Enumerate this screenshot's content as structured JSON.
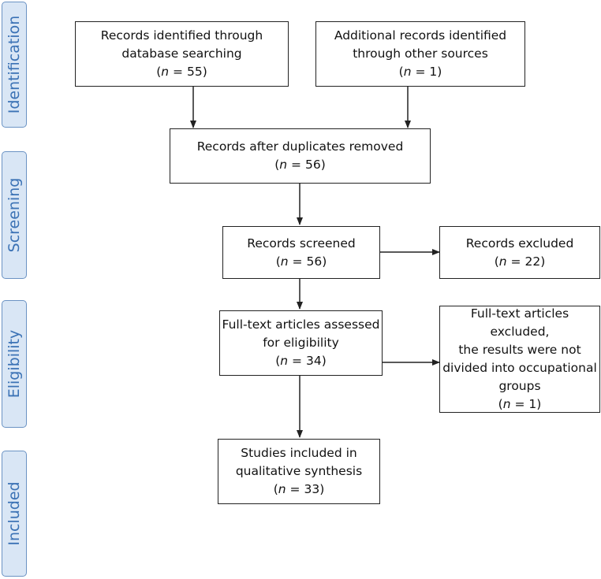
{
  "stages": [
    {
      "label": "Identification"
    },
    {
      "label": "Screening"
    },
    {
      "label": "Eligibility"
    },
    {
      "label": "Included"
    }
  ],
  "boxes": {
    "database": {
      "lines": [
        "Records identified through",
        "database searching"
      ],
      "n_prefix": "(",
      "n_var": "n",
      "n_suffix": " = 55)"
    },
    "other": {
      "lines": [
        "Additional records identified",
        "through other sources"
      ],
      "n_prefix": "(",
      "n_var": "n",
      "n_suffix": " = 1)"
    },
    "dedup": {
      "lines": [
        "Records after duplicates removed"
      ],
      "n_prefix": "(",
      "n_var": "n",
      "n_suffix": " = 56)"
    },
    "screened": {
      "lines": [
        "Records screened"
      ],
      "n_prefix": "(",
      "n_var": "n",
      "n_suffix": " =  56)"
    },
    "excluded": {
      "lines": [
        "Records excluded"
      ],
      "n_prefix": "(",
      "n_var": "n",
      "n_suffix": " =  22)"
    },
    "fulltext": {
      "lines": [
        "Full-text articles assessed",
        "for eligibility"
      ],
      "n_prefix": "(",
      "n_var": "n",
      "n_suffix": " = 34)"
    },
    "fulltext_excluded": {
      "lines": [
        "Full-text articles excluded,",
        "the results were not",
        "divided into occupational",
        "groups"
      ],
      "n_prefix": "(",
      "n_var": "n",
      "n_suffix": " = 1)"
    },
    "included": {
      "lines": [
        "Studies included in",
        "qualitative synthesis"
      ],
      "n_prefix": "(",
      "n_var": "n",
      "n_suffix": " = 33)"
    }
  },
  "colors": {
    "stage_fill": "#d9e6f5",
    "stage_border": "#6b93c4",
    "stage_text": "#3b72b5",
    "line": "#222222"
  }
}
